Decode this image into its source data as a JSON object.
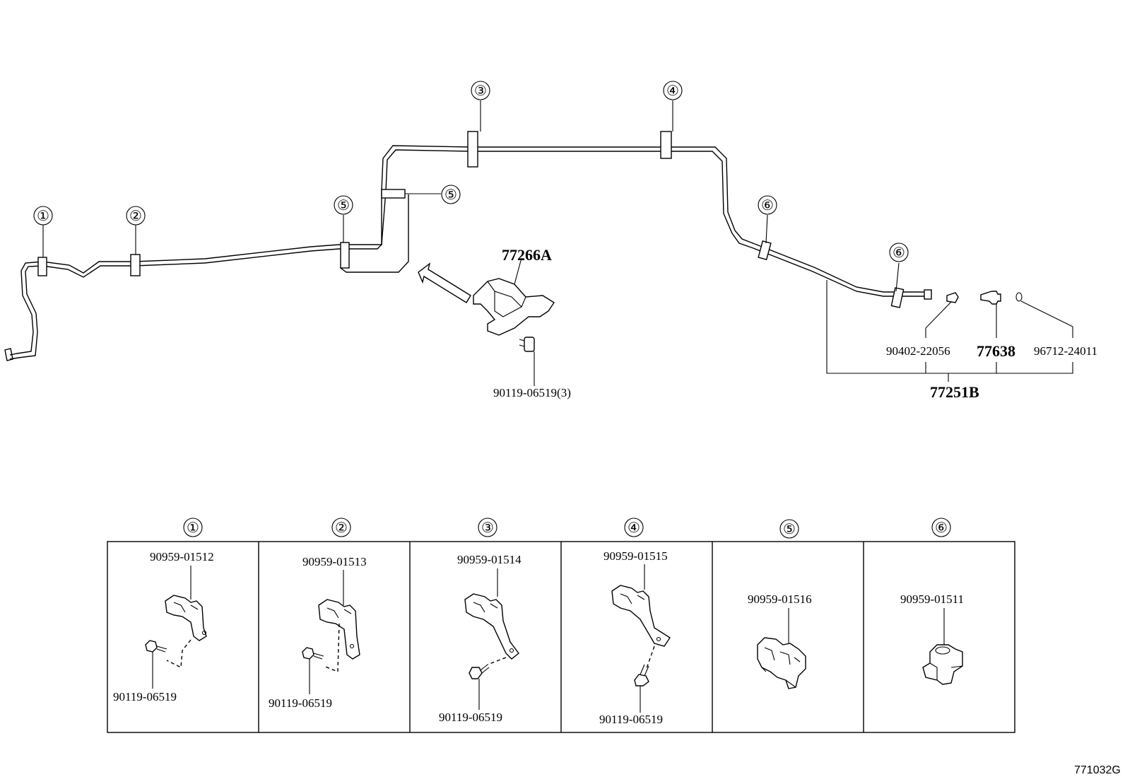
{
  "callouts": {
    "c1": "①",
    "c2": "②",
    "c3": "③",
    "c4": "④",
    "c5a": "⑤",
    "c5b": "⑤",
    "c6a": "⑥",
    "c6b": "⑥"
  },
  "main_parts": {
    "bracket": "77266A",
    "bracket_bolt": "90119-06519(3)",
    "plug": "90402-22056",
    "sender": "77638",
    "oring": "96712-24011",
    "assembly": "77251B"
  },
  "panels": [
    {
      "number": "①",
      "clamp": "90959-01512",
      "bolt": "90119-06519"
    },
    {
      "number": "②",
      "clamp": "90959-01513",
      "bolt": "90119-06519"
    },
    {
      "number": "③",
      "clamp": "90959-01514",
      "bolt": "90119-06519"
    },
    {
      "number": "④",
      "clamp": "90959-01515",
      "bolt": "90119-06519"
    },
    {
      "number": "⑤",
      "clamp": "90959-01516"
    },
    {
      "number": "⑥",
      "clamp": "90959-01511"
    }
  ],
  "diagram_code": "771032G"
}
